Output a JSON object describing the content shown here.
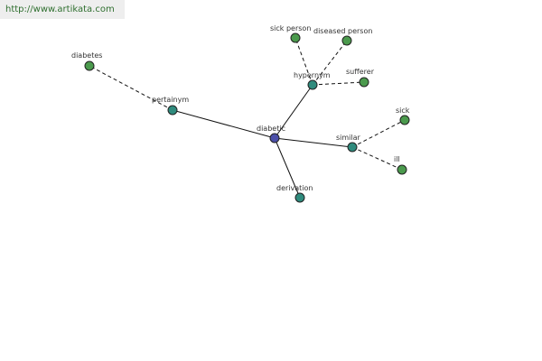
{
  "header": {
    "source_url": "http://www.artikata.com"
  },
  "graph": {
    "root": {
      "label": "diabetic"
    },
    "relations": [
      {
        "label": "pertainym"
      },
      {
        "label": "hypernym"
      },
      {
        "label": "similar"
      },
      {
        "label": "derivation"
      }
    ],
    "terms": [
      {
        "label": "diabetes",
        "relation": "pertainym"
      },
      {
        "label": "sick person",
        "relation": "hypernym"
      },
      {
        "label": "diseased person",
        "relation": "hypernym"
      },
      {
        "label": "sufferer",
        "relation": "hypernym"
      },
      {
        "label": "sick",
        "relation": "similar"
      },
      {
        "label": "ill",
        "relation": "similar"
      }
    ]
  }
}
